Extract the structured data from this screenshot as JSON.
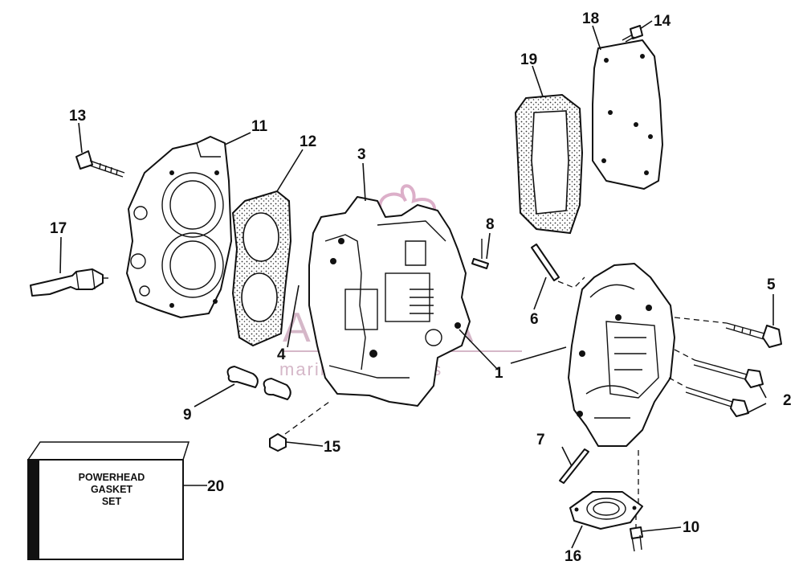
{
  "watermark": {
    "brand": "ARMADA",
    "tagline": "marine outboards",
    "color": "#c7a0b6"
  },
  "kit_box": {
    "line1": "POWERHEAD",
    "line2": "GASKET",
    "line3": "SET"
  },
  "callouts": [
    "1",
    "2",
    "3",
    "4",
    "5",
    "6",
    "7",
    "8",
    "9",
    "10",
    "11",
    "12",
    "13",
    "14",
    "15",
    "16",
    "17",
    "18",
    "19",
    "20"
  ],
  "icons": [
    "cylinder-block",
    "cylinder-head",
    "head-gasket",
    "exhaust-cover",
    "exhaust-gasket",
    "crankcase-cover",
    "spark-plug",
    "bolt",
    "dowel-pin",
    "bearing-sleeve",
    "oil-seal-plate"
  ]
}
